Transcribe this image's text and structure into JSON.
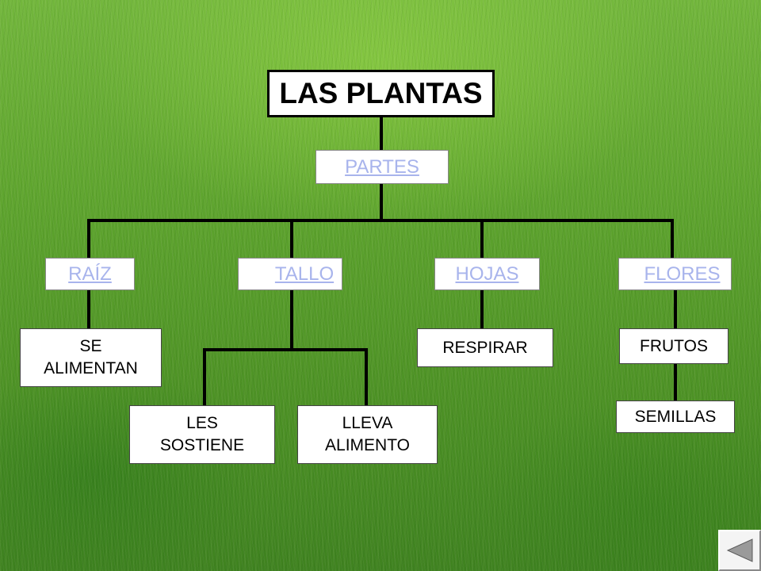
{
  "diagram": {
    "title": "LAS PLANTAS",
    "parts_link": "PARTES",
    "categories": {
      "raiz": "RAÍZ",
      "tallo": "TALLO",
      "hojas": "HOJAS",
      "flores": "FLORES"
    },
    "leaves": {
      "se_alimentan": "SE\nALIMENTAN",
      "respirar": "RESPIRAR",
      "frutos": "FRUTOS",
      "semillas": "SEMILLAS",
      "les_sostiene": "LES\nSOSTIENE",
      "lleva_alimento": "LLEVA\nALIMENTO"
    }
  },
  "navigation": {
    "back_icon": "triangle-left-icon"
  },
  "colors": {
    "grass": "#5ea42e",
    "box_fill": "#ffffff",
    "link_text": "#a8b4ec",
    "connector": "#000000"
  }
}
